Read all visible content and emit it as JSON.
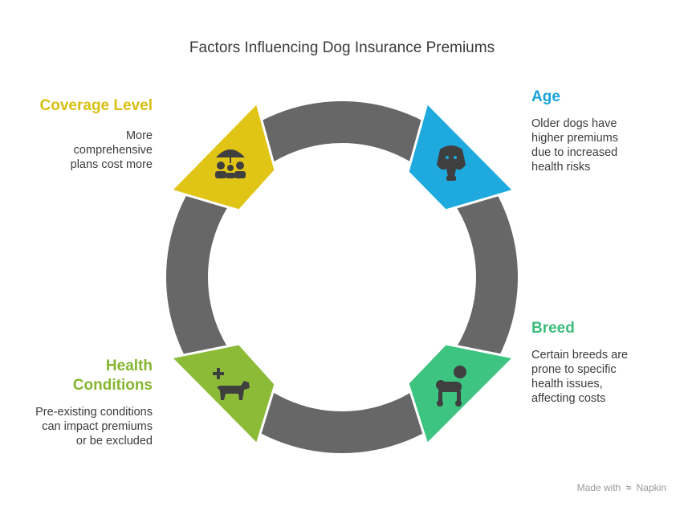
{
  "title": "Factors Influencing Dog Insurance Premiums",
  "factors": [
    {
      "heading": "Coverage Level",
      "description": "More comprehensive plans cost more",
      "color": "#e0c516",
      "icon": "umbrella-family-icon"
    },
    {
      "heading": "Age",
      "description": "Older dogs have higher premiums due to increased health risks",
      "color": "#1eaadf",
      "icon": "dog-face-icon"
    },
    {
      "heading": "Breed",
      "description": "Certain breeds are prone to specific health issues, affecting costs",
      "color": "#3ec481",
      "icon": "poodle-icon"
    },
    {
      "heading": "Health Conditions",
      "description": "Pre-existing conditions can impact premiums or be excluded",
      "color": "#8cbc37",
      "icon": "medical-dog-icon"
    }
  ],
  "ring_color": "#676767",
  "heading_colors": {
    "coverage": "#d9bf12",
    "age": "#1aa3d9",
    "breed": "#3bbd7c",
    "health": "#86b630"
  },
  "footer": {
    "made_with": "Made with",
    "brand": "Napkin"
  }
}
